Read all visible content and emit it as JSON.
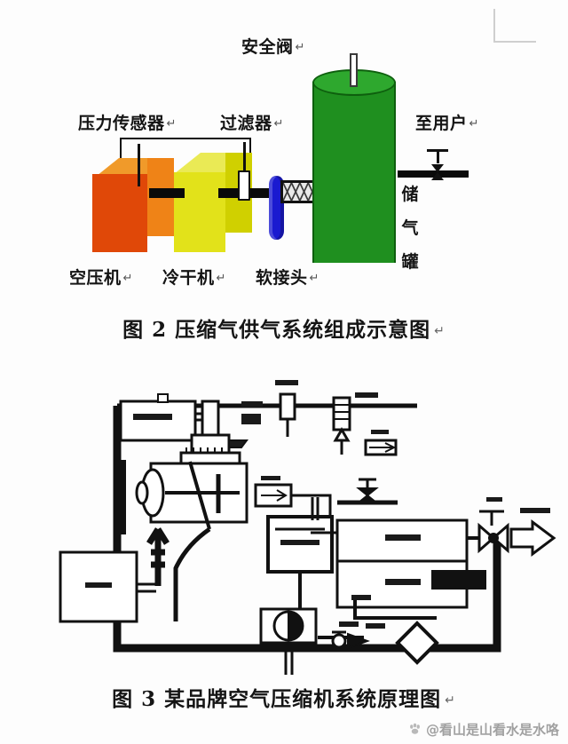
{
  "document": {
    "background_color": "#fdfdfd",
    "corner_mark_color": "#cfcfcf"
  },
  "figure2": {
    "caption": "图 2 压缩气供气系统组成示意图",
    "caption_pilcrow": "↵",
    "labels": {
      "safety_valve": "安全阀",
      "pressure_sensor": "压力传感器",
      "filter": "过滤器",
      "to_user": "至用户",
      "air_compressor": "空压机",
      "refrigerated_dryer": "冷干机",
      "flexible_joint": "软接头",
      "air_tank_char_1": "储",
      "air_tank_char_2": "气",
      "air_tank_char_3": "罐"
    },
    "pilcrow": "↵",
    "colors": {
      "compressor_front": "#e04808",
      "compressor_side": "#ef8317",
      "compressor_top": "#f09a2a",
      "dryer_front": "#e2e21a",
      "dryer_side": "#d0d000",
      "dryer_top": "#eaea55",
      "tank_body": "#1f8f1f",
      "tank_top": "#2ea82e",
      "tank_outline": "#0e5f0e",
      "valve_blue": "#1a1ad0",
      "pipe_black": "#0a0a0a",
      "safety_valve_white": "#ffffff"
    }
  },
  "figure3": {
    "caption": "图 3 某品牌空气压缩机系统原理图",
    "caption_pilcrow": "↵",
    "description": "某品牌空气压缩机系统原理图 — 黑白线条原理图，内部标注文字因分辨率过低无法辨识",
    "legible_text": [],
    "components": [
      "control-box",
      "air-intake-filter",
      "intake-valve",
      "compressor-airend",
      "drive-motor",
      "belt-drive",
      "separator-tank",
      "minimum-pressure-valve",
      "aftercooler",
      "oil-cooler",
      "cooling-fan",
      "thermostatic-valve",
      "oil-filter",
      "outlet-gate-valve",
      "compressed-air-outlet-arrow",
      "pressure-gauge",
      "safety-valve"
    ]
  },
  "watermark": {
    "handle": "@看山是山看水是水咯",
    "icon": "paw-print-icon",
    "color": "#9a9a9a"
  }
}
